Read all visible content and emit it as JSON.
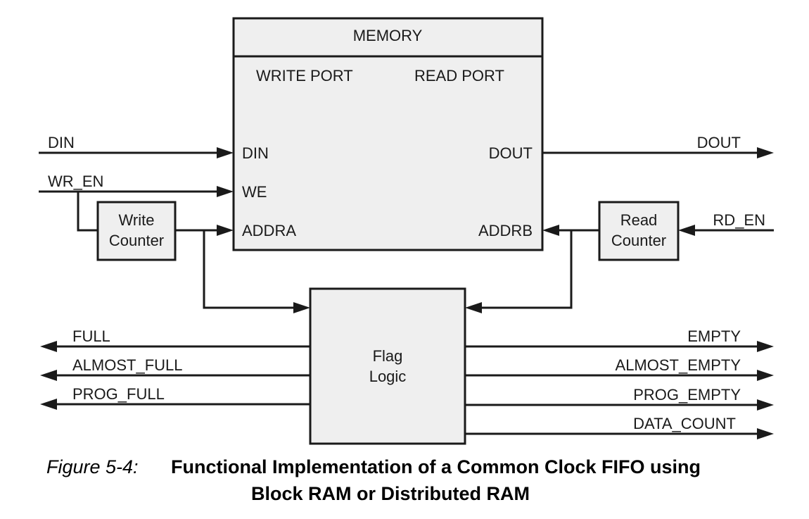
{
  "memory": {
    "title": "MEMORY",
    "write_port": "WRITE PORT",
    "read_port": "READ PORT",
    "din": "DIN",
    "we": "WE",
    "addra": "ADDRA",
    "dout": "DOUT",
    "addrb": "ADDRB"
  },
  "write_counter": {
    "line1": "Write",
    "line2": "Counter"
  },
  "read_counter": {
    "line1": "Read",
    "line2": "Counter"
  },
  "flag_logic": {
    "line1": "Flag",
    "line2": "Logic"
  },
  "inputs": {
    "din": "DIN",
    "wr_en": "WR_EN",
    "rd_en": "RD_EN"
  },
  "outputs": {
    "dout": "DOUT",
    "full": "FULL",
    "almost_full": "ALMOST_FULL",
    "prog_full": "PROG_FULL",
    "empty": "EMPTY",
    "almost_empty": "ALMOST_EMPTY",
    "prog_empty": "PROG_EMPTY",
    "data_count": "DATA_COUNT"
  },
  "caption": {
    "number": "Figure 5-4:",
    "line1": "Functional Implementation of a Common Clock FIFO using",
    "line2": "Block RAM or Distributed RAM"
  }
}
